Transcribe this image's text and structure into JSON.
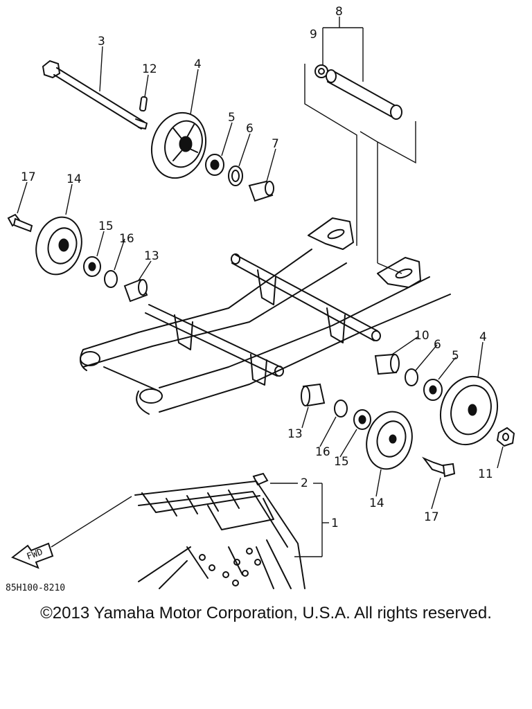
{
  "callouts": {
    "c1": "1",
    "c2": "2",
    "c3": "3",
    "c4a": "4",
    "c4b": "4",
    "c5a": "5",
    "c5b": "5",
    "c6a": "6",
    "c6b": "6",
    "c7": "7",
    "c8": "8",
    "c9": "9",
    "c10": "10",
    "c11": "11",
    "c12": "12",
    "c13a": "13",
    "c13b": "13",
    "c14a": "14",
    "c14b": "14",
    "c15a": "15",
    "c15b": "15",
    "c16a": "16",
    "c16b": "16",
    "c17a": "17",
    "c17b": "17"
  },
  "fwd_label": "FWD",
  "drawing_code": "85H100-8210",
  "copyright": "©2013 Yamaha Motor Corporation, U.S.A. All rights reserved."
}
